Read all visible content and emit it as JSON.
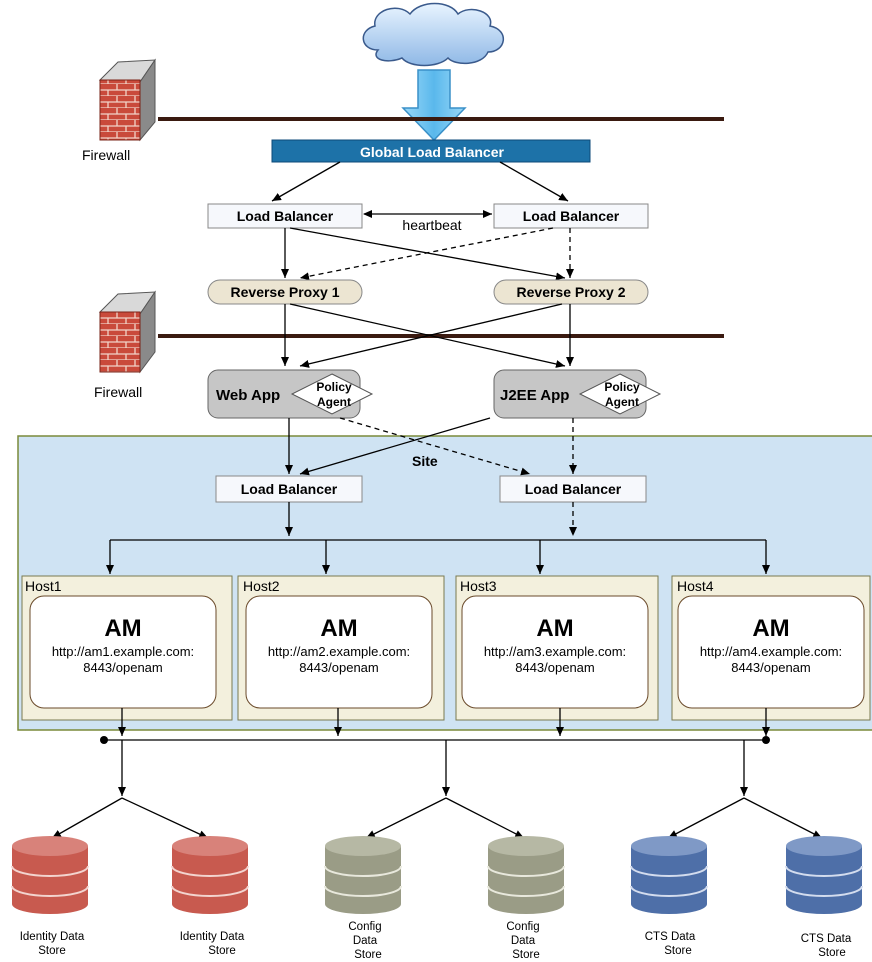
{
  "firewall_top_label": "Firewall",
  "firewall_mid_label": "Firewall",
  "global_lb": "Global Load Balancer",
  "lb_left": "Load Balancer",
  "lb_right": "Load Balancer",
  "heartbeat": "heartbeat",
  "proxy1": "Reverse Proxy 1",
  "proxy2": "Reverse Proxy 2",
  "webapp": "Web App",
  "j2eeapp": "J2EE App",
  "policy_agent": [
    "Policy",
    "Agent"
  ],
  "site_label": "Site",
  "site_lb_left": "Load Balancer",
  "site_lb_right": "Load Balancer",
  "hosts": [
    {
      "name": "Host1",
      "product": "AM",
      "url1": "http://am1.example.com:",
      "url2": "8443/openam"
    },
    {
      "name": "Host2",
      "product": "AM",
      "url1": "http://am2.example.com:",
      "url2": "8443/openam"
    },
    {
      "name": "Host3",
      "product": "AM",
      "url1": "http://am3.example.com:",
      "url2": "8443/openam"
    },
    {
      "name": "Host4",
      "product": "AM",
      "url1": "http://am4.example.com:",
      "url2": "8443/openam"
    }
  ],
  "stores": [
    {
      "lines": [
        "Identity Data",
        "Store"
      ]
    },
    {
      "lines": [
        "Identity Data",
        "Store"
      ]
    },
    {
      "lines": [
        "Config",
        "Data",
        "Store"
      ]
    },
    {
      "lines": [
        "Config",
        "Data",
        "Store"
      ]
    },
    {
      "lines": [
        "CTS Data",
        "Store"
      ]
    },
    {
      "lines": [
        "CTS Data",
        "Store"
      ]
    }
  ],
  "colors": {
    "global_lb_fill": "#1d72a8",
    "site_fill": "#cfe3f3",
    "site_border": "#7a8a3a",
    "host_fill": "#f3f0dd",
    "proxy_fill": "#ece5d2",
    "app_fill": "#c6c6c6",
    "identity_store": "#c85a4f",
    "config_store": "#9a9c86",
    "cts_store": "#4e6fa8",
    "brick": "#c0392b",
    "arrow_blue": "#6ec6f0"
  }
}
